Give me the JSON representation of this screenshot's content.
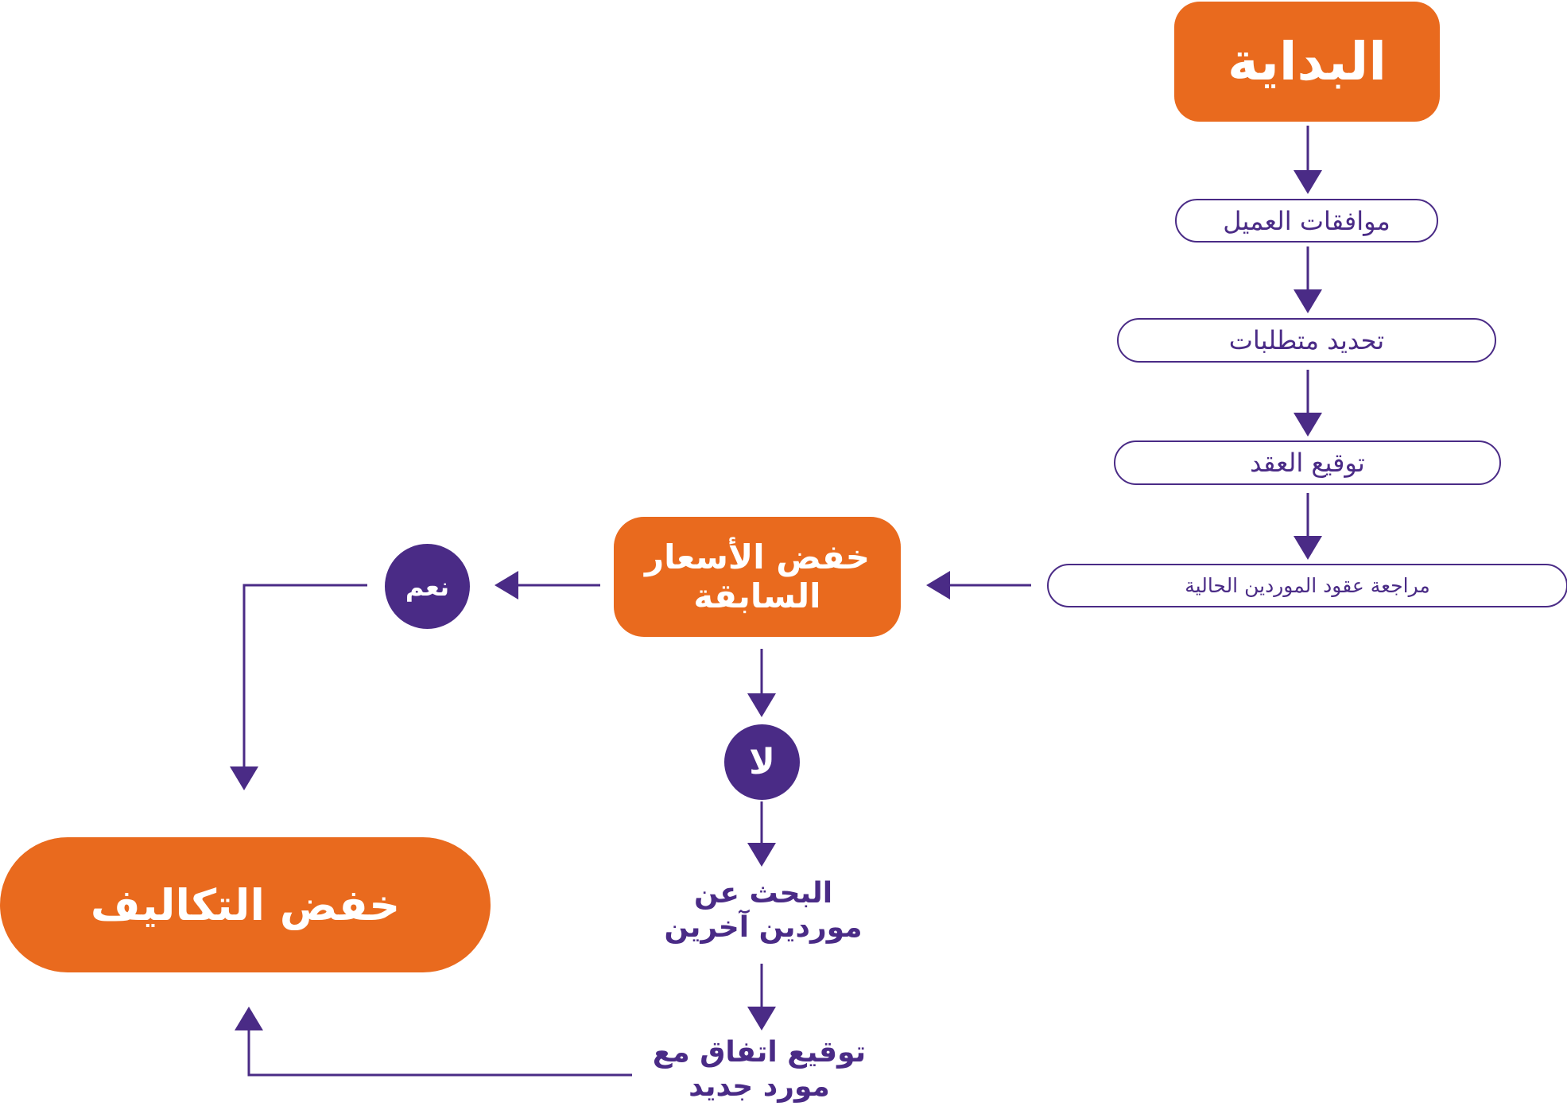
{
  "colors": {
    "accent": "#e96a1e",
    "primary": "#4a2b86",
    "background": "#ffffff"
  },
  "nodes": {
    "start": "البداية",
    "step1": "موافقات العميل",
    "step2": "تحديد متطلبات",
    "step3": "توقيع العقد",
    "step4": "مراجعة عقود الموردين الحالية",
    "decision": "خفض الأسعار\nالسابقة",
    "yes": "نعم",
    "no": "لا",
    "search": "البحث عن\nموردين آخرين",
    "agreement": "توقيع اتفاق مع\nمورد جديد",
    "end": "خفض التكاليف"
  }
}
